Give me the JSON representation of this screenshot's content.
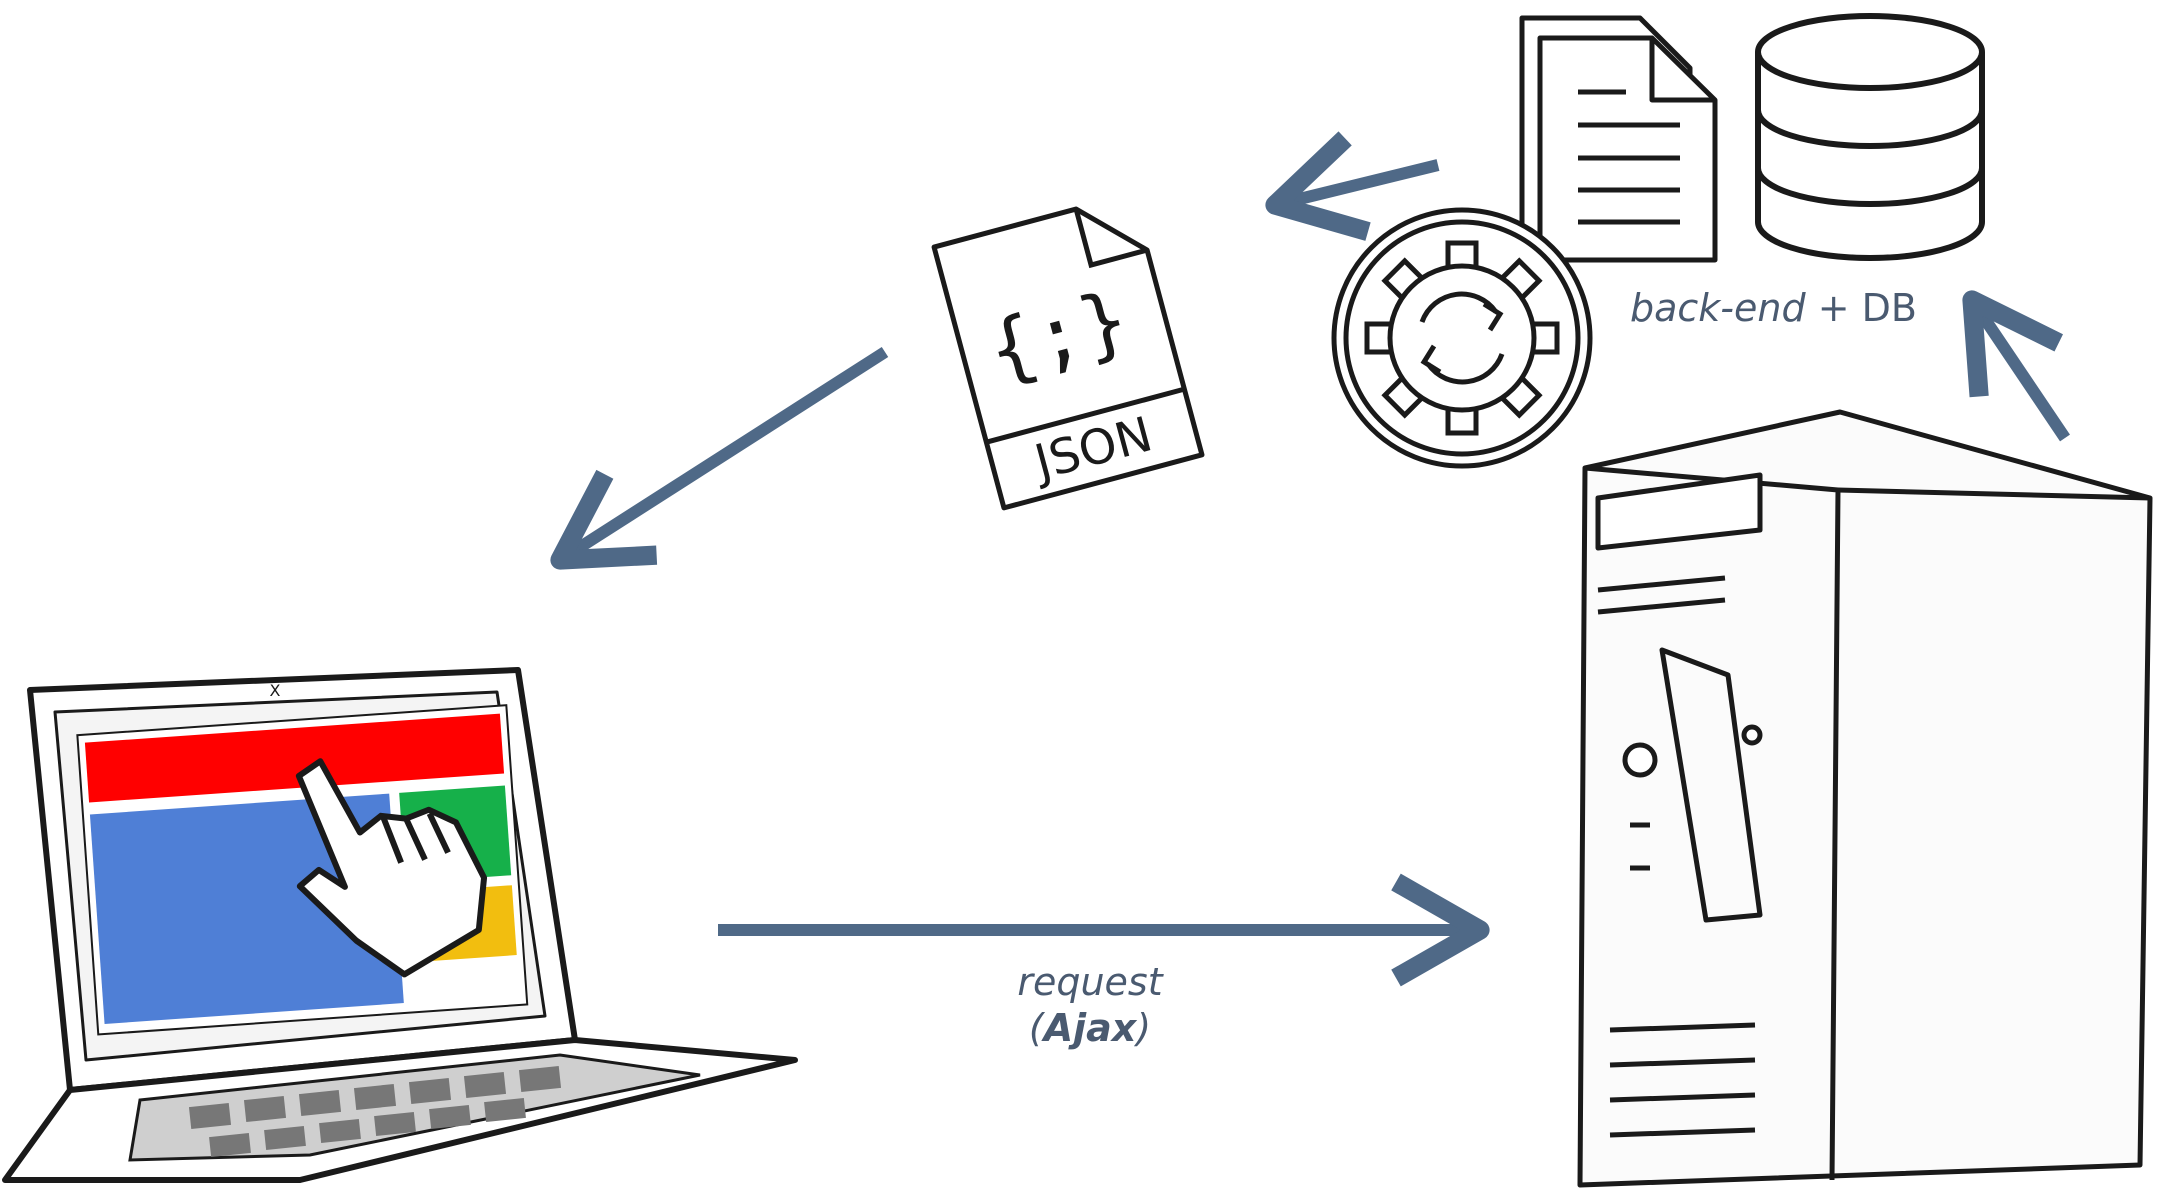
{
  "labels": {
    "backend_italic": "back-end",
    "backend_plus": " + DB",
    "request_line1": "request",
    "request_open": "(",
    "request_bold": "Ajax",
    "request_close": ")"
  },
  "icons": {
    "json_file_text": "JSON",
    "json_file_glyph": "{;}",
    "laptop_key": "X"
  },
  "colors": {
    "arrow": "#4f6987",
    "ink": "#1a1a1a",
    "screen_red": "#ff0000",
    "screen_blue": "#4f7fd6",
    "screen_green": "#16b04a",
    "screen_yellow": "#f2be0f",
    "label_text": "#4a5a70"
  }
}
